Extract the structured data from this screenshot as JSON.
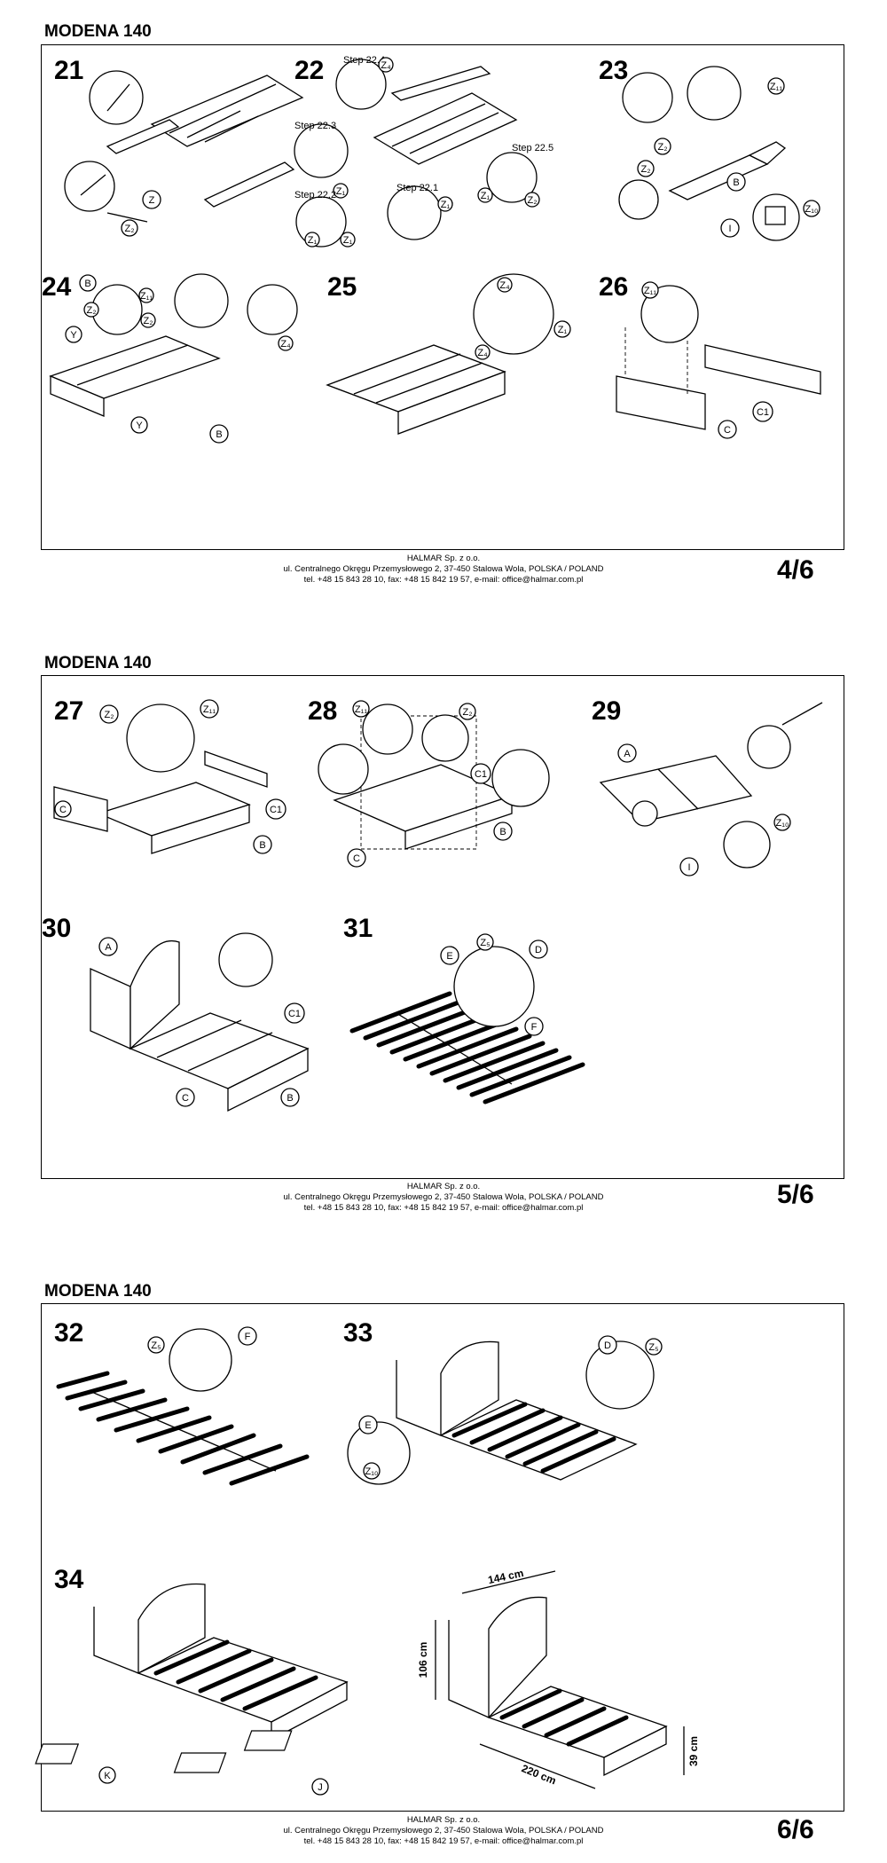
{
  "pages": [
    {
      "title": "MODENA 140",
      "page_number": "4/6",
      "steps": [
        {
          "number": "21",
          "labels": [
            "Z",
            "Z₂"
          ]
        },
        {
          "number": "22",
          "labels": [
            "Step 22.4",
            "Z₄",
            "Step 22.3",
            "Step 22.5",
            "Z₁",
            "Z₂",
            "Z₁",
            "Z₁",
            "Step 22.2",
            "Step 22.1",
            "Z₁",
            "Z₁"
          ]
        },
        {
          "number": "23",
          "labels": [
            "Z₁₁",
            "Z₂",
            "Z₂",
            "B",
            "I",
            "Z₁₀"
          ]
        },
        {
          "number": "24",
          "labels": [
            "B",
            "Z₁₁",
            "Z₂",
            "Z₂",
            "Z₄",
            "Y",
            "Y",
            "B"
          ]
        },
        {
          "number": "25",
          "labels": [
            "Z₄",
            "Z₁",
            "Z₄"
          ]
        },
        {
          "number": "26",
          "labels": [
            "Z₁₁",
            "C",
            "C1"
          ]
        }
      ]
    },
    {
      "title": "MODENA 140",
      "page_number": "5/6",
      "steps": [
        {
          "number": "27",
          "labels": [
            "Z₂",
            "Z₁₁",
            "C",
            "C1",
            "B"
          ]
        },
        {
          "number": "28",
          "labels": [
            "Z₁₁",
            "Z₂",
            "C1",
            "C",
            "B"
          ]
        },
        {
          "number": "29",
          "labels": [
            "A",
            "Z₁₀",
            "I"
          ]
        },
        {
          "number": "30",
          "labels": [
            "A",
            "C1",
            "C",
            "B"
          ]
        },
        {
          "number": "31",
          "labels": [
            "Z₅",
            "E",
            "D",
            "F"
          ]
        }
      ]
    },
    {
      "title": "MODENA 140",
      "page_number": "6/6",
      "steps": [
        {
          "number": "32",
          "labels": [
            "Z₅",
            "F"
          ]
        },
        {
          "number": "33",
          "labels": [
            "D",
            "Z₅",
            "E",
            "Z₁₀"
          ]
        },
        {
          "number": "34",
          "labels": [
            "K",
            "J"
          ]
        }
      ],
      "dimensions": {
        "width": "144 cm",
        "height": "106 cm",
        "length": "220 cm",
        "side_height": "39 cm"
      }
    }
  ],
  "footer": {
    "company": "HALMAR Sp. z o.o.",
    "address": "ul. Centralnego Okręgu Przemysłowego 2, 37-450 Stalowa Wola, POLSKA / POLAND",
    "contact": "tel. +48 15 843 28 10, fax: +48 15 842 19 57, e-mail: office@halmar.com.pl"
  }
}
